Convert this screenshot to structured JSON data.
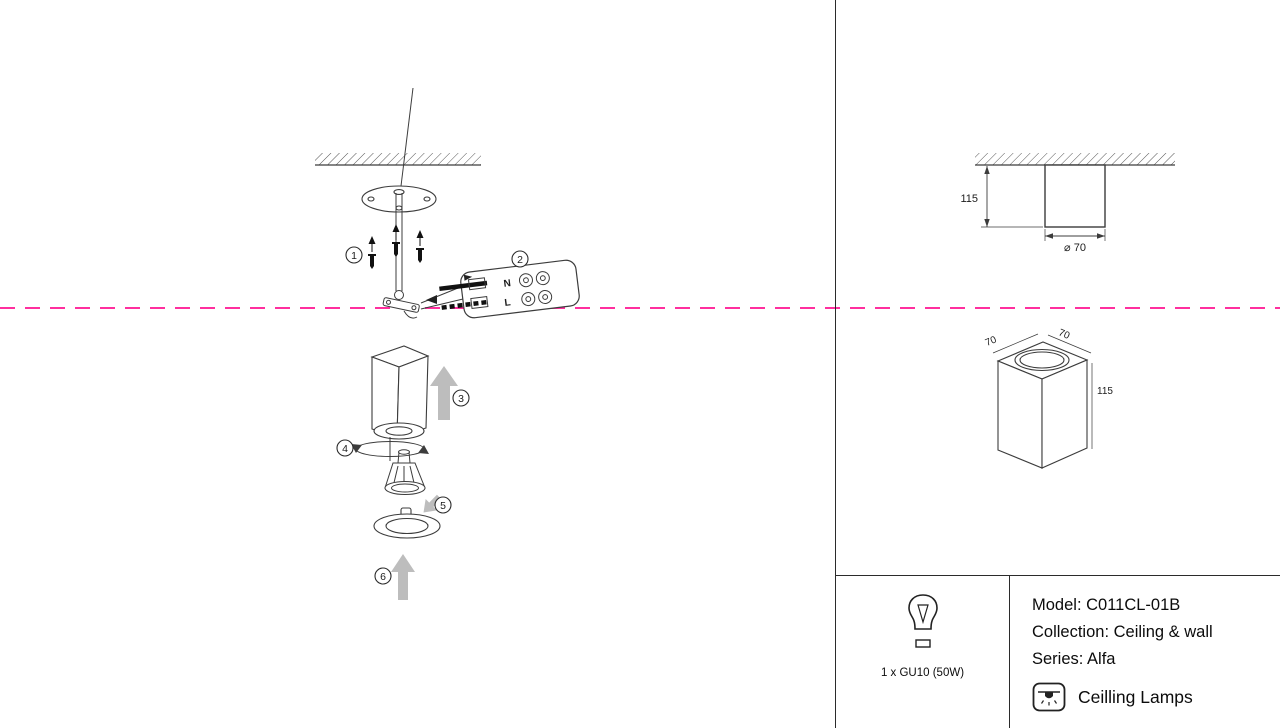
{
  "colors": {
    "cut_line": "#ff2f9e",
    "arrow_gray": "#bdbdbd",
    "line": "#3c3c3c"
  },
  "steps": {
    "s1": "1",
    "s2": "2",
    "s3": "3",
    "s4": "4",
    "s5": "5",
    "s6": "6"
  },
  "wiring": {
    "neutral": "N",
    "live": "L"
  },
  "front_view": {
    "height": "115",
    "diameter": "⌀ 70"
  },
  "iso_view": {
    "width": "70",
    "depth": "70",
    "height": "115"
  },
  "panel": {
    "bulb_spec": "1 x GU10 (50W)",
    "model": "Model: C011CL-01B",
    "collection": "Collection: Ceiling & wall",
    "series": "Series: Alfa",
    "category": "Ceilling Lamps"
  }
}
